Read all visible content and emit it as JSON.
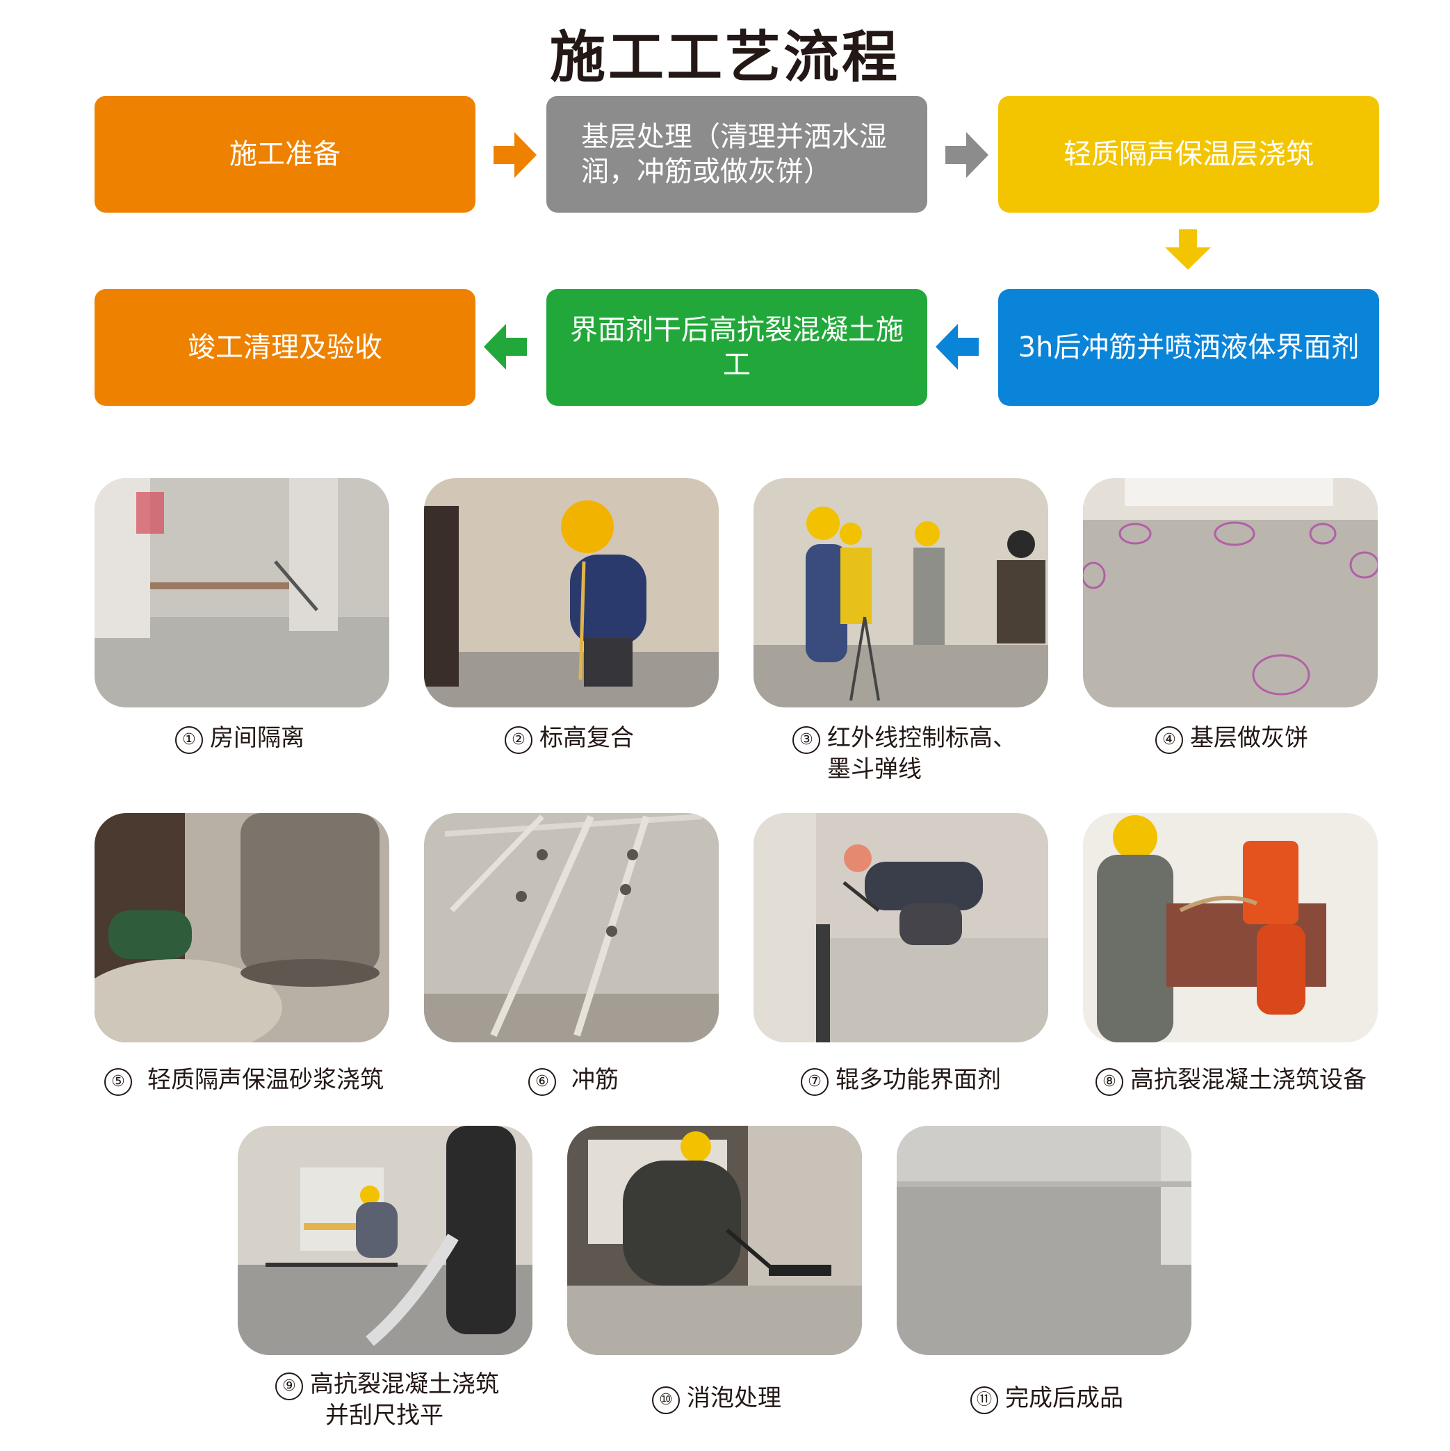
{
  "title": "施工工艺流程",
  "flow": {
    "steps": [
      {
        "label": "施工准备",
        "color": "#ee8200"
      },
      {
        "label": "基层处理（清理并洒水湿润，冲筋或做灰饼）",
        "line1": "基层处理（清理并洒水湿",
        "line2": "润，冲筋或做灰饼）",
        "color": "#8c8c8c"
      },
      {
        "label": "轻质隔声保温层浇筑",
        "color": "#f3c500"
      },
      {
        "label": "3h后冲筋并喷洒液体界面剂",
        "color": "#0a84d8"
      },
      {
        "label": "界面剂干后高抗裂混凝土施工",
        "color": "#22a83a"
      },
      {
        "label": "竣工清理及验收",
        "color": "#ee8200"
      }
    ],
    "arrow_colors": {
      "a1": "#ee8200",
      "a2": "#8c8c8c",
      "a3": "#f3c500",
      "a4": "#0a84d8",
      "a5": "#22a83a"
    }
  },
  "photos": [
    {
      "num": "①",
      "caption": "房间隔离",
      "icon": "room-isolation-photo"
    },
    {
      "num": "②",
      "caption": "标高复合",
      "icon": "elevation-check-photo"
    },
    {
      "num": "③",
      "caption": "红外线控制标高、",
      "caption2": "墨斗弹线",
      "icon": "infrared-level-photo"
    },
    {
      "num": "④",
      "caption": "基层做灰饼",
      "icon": "mortar-cake-photo"
    },
    {
      "num": "⑤",
      "caption": "轻质隔声保温砂浆浇筑",
      "icon": "mortar-pouring-photo"
    },
    {
      "num": "⑥",
      "caption": "冲筋",
      "icon": "screed-rail-photo"
    },
    {
      "num": "⑦",
      "caption": "辊多功能界面剂",
      "icon": "interface-agent-roller-photo"
    },
    {
      "num": "⑧",
      "caption": "高抗裂混凝土浇筑设备",
      "icon": "pouring-machine-photo"
    },
    {
      "num": "⑨",
      "caption": "高抗裂混凝土浇筑",
      "caption2": "并刮尺找平",
      "icon": "concrete-leveling-photo"
    },
    {
      "num": "⑩",
      "caption": "消泡处理",
      "icon": "defoaming-photo"
    },
    {
      "num": "⑪",
      "caption": "完成后成品",
      "icon": "finished-floor-photo"
    }
  ]
}
